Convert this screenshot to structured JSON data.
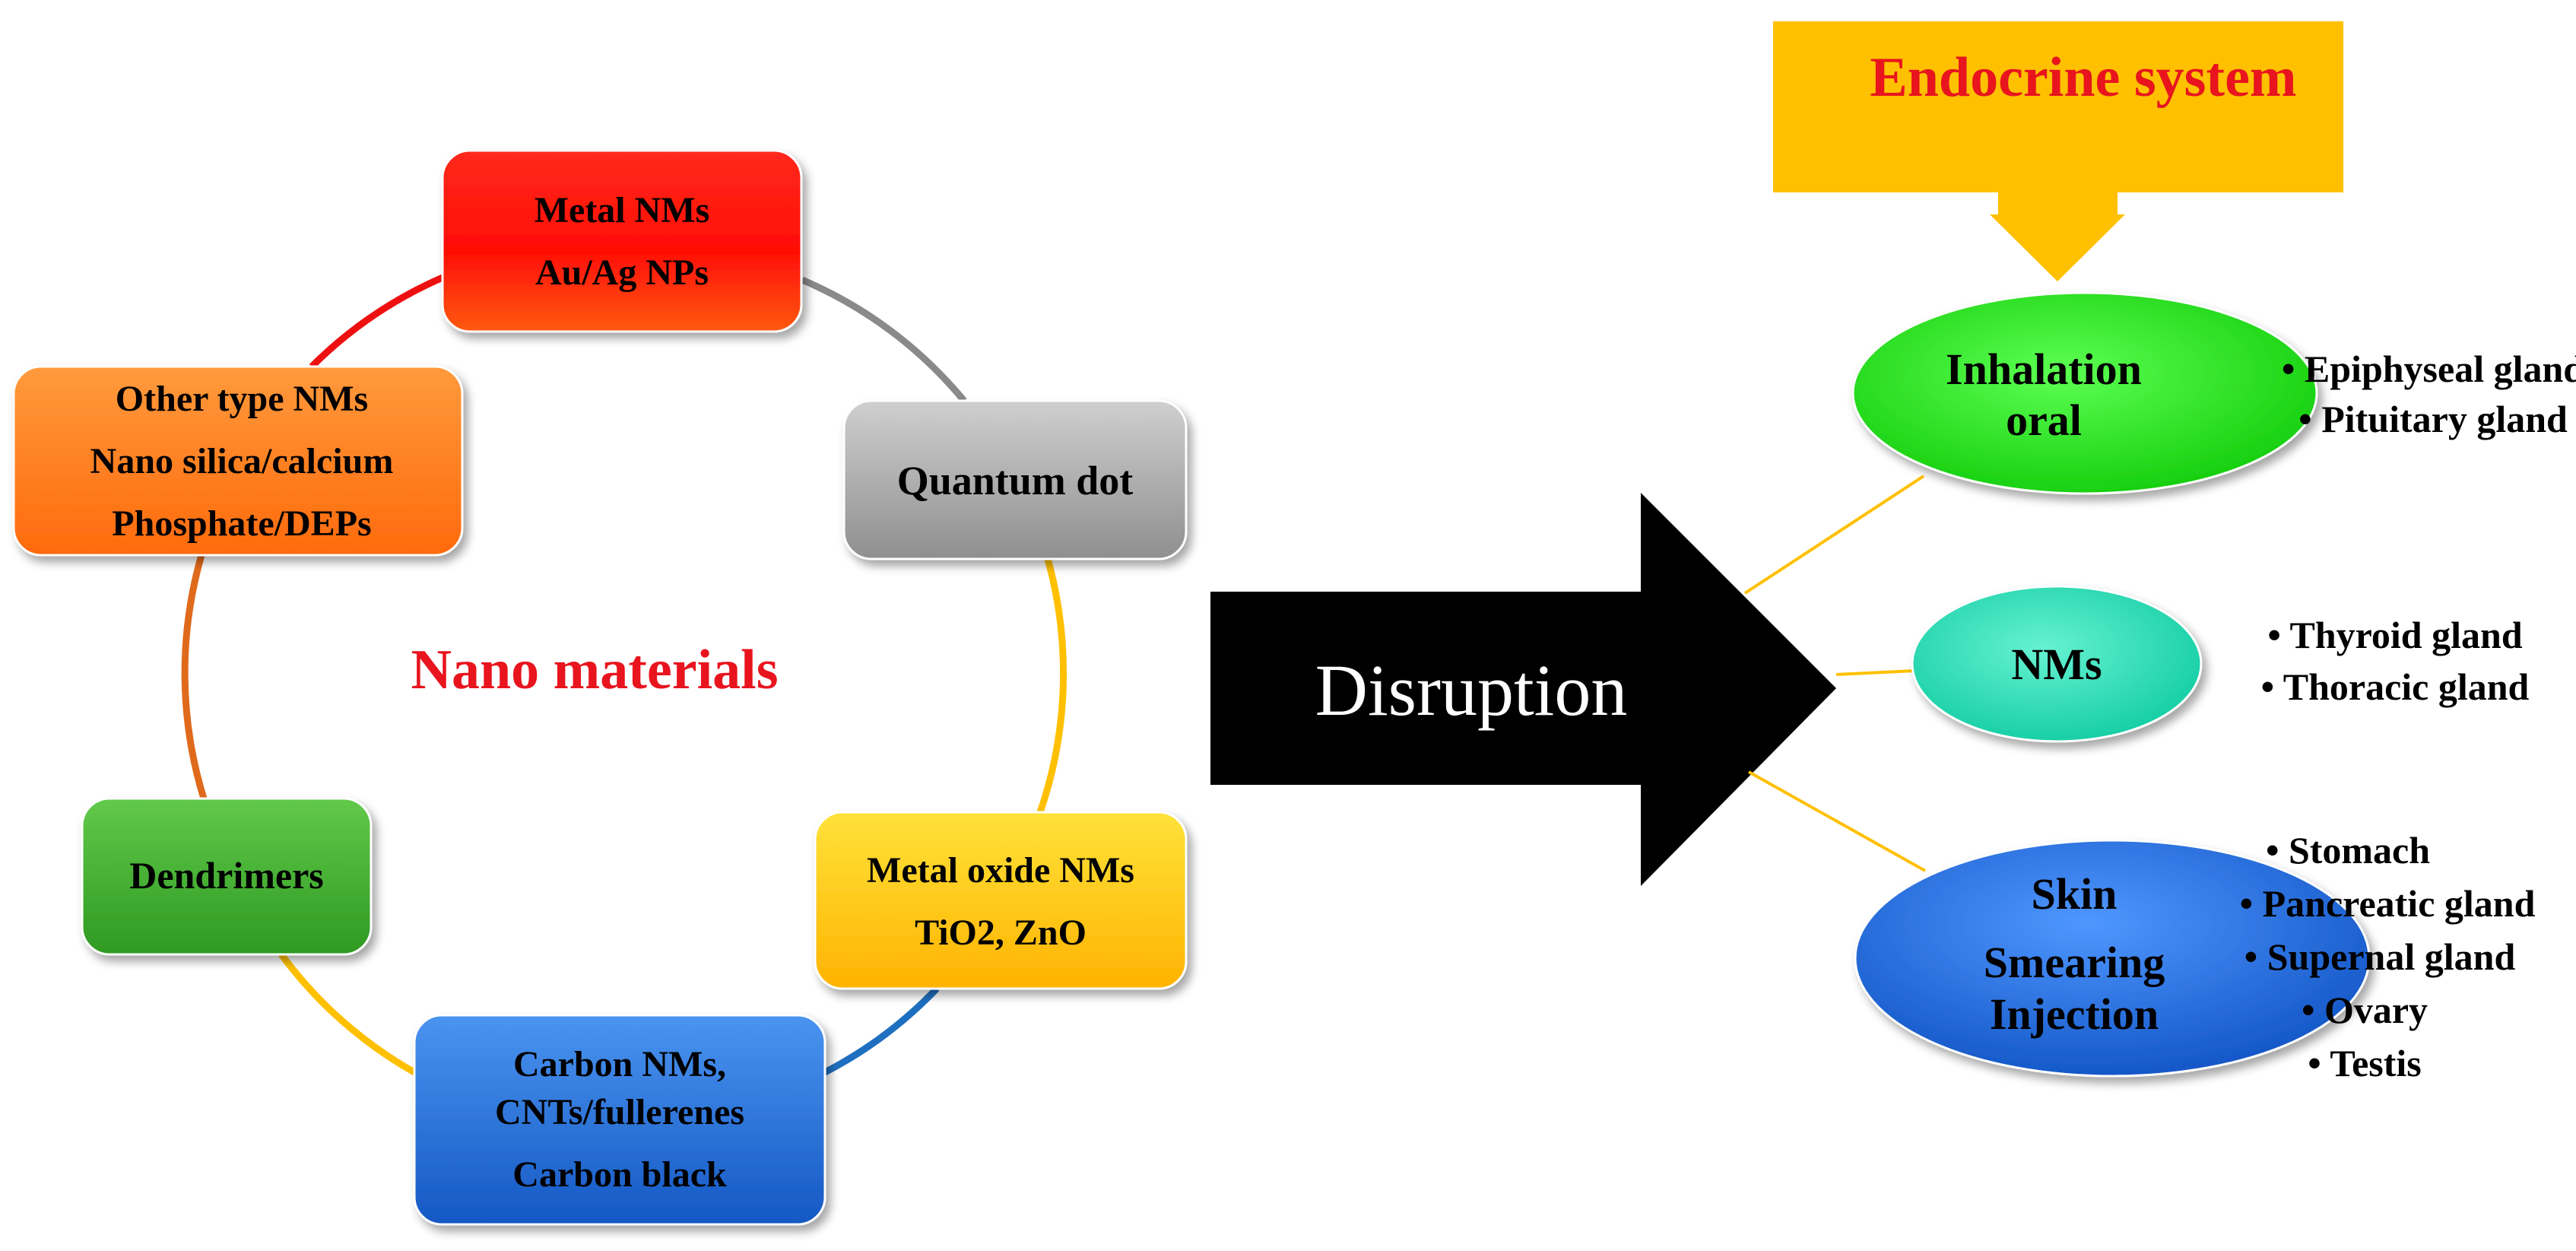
{
  "nano_cycle": {
    "center_label": "Nano materials",
    "nodes": [
      {
        "id": "metal",
        "lines": [
          "Metal NMs",
          "Au/Ag NPs"
        ],
        "color": "#ff1a0a"
      },
      {
        "id": "quantum",
        "lines": [
          "Quantum dot"
        ],
        "color": "#a9a9a9"
      },
      {
        "id": "metal-oxide",
        "lines": [
          "Metal oxide NMs",
          "TiO2, ZnO"
        ],
        "color": "#ffcc00"
      },
      {
        "id": "carbon",
        "lines": [
          "Carbon NMs,",
          "CNTs/fullerenes",
          "Carbon black"
        ],
        "color": "#1f6fd6"
      },
      {
        "id": "dendrimers",
        "lines": [
          "Dendrimers"
        ],
        "color": "#3fae2c"
      },
      {
        "id": "other",
        "lines": [
          "Other type NMs",
          "Nano silica/calcium",
          "Phosphate/DEPs"
        ],
        "color": "#ff7a1a"
      }
    ]
  },
  "arrow": {
    "label": "Disruption"
  },
  "endocrine": {
    "title": "Endocrine system",
    "routes": [
      {
        "id": "inhalation",
        "lines": [
          "Inhalation",
          "oral"
        ],
        "color": "#22ee1a",
        "glands": [
          "Epiphyseal gland",
          "Pituitary gland"
        ]
      },
      {
        "id": "nms",
        "lines": [
          "NMs"
        ],
        "color": "#22dfb4",
        "glands": [
          "Thyroid gland",
          "Thoracic gland"
        ]
      },
      {
        "id": "skin",
        "lines": [
          "Skin",
          "Smearing",
          "Injection"
        ],
        "color": "#1e6fe0",
        "glands": [
          "Stomach",
          "Pancreatic gland",
          "Supernal gland",
          "Ovary",
          "Testis"
        ]
      }
    ]
  },
  "colors": {
    "title_red": "#e8141e",
    "endocrine_box": "#ffc000",
    "arrow": "#000000"
  }
}
